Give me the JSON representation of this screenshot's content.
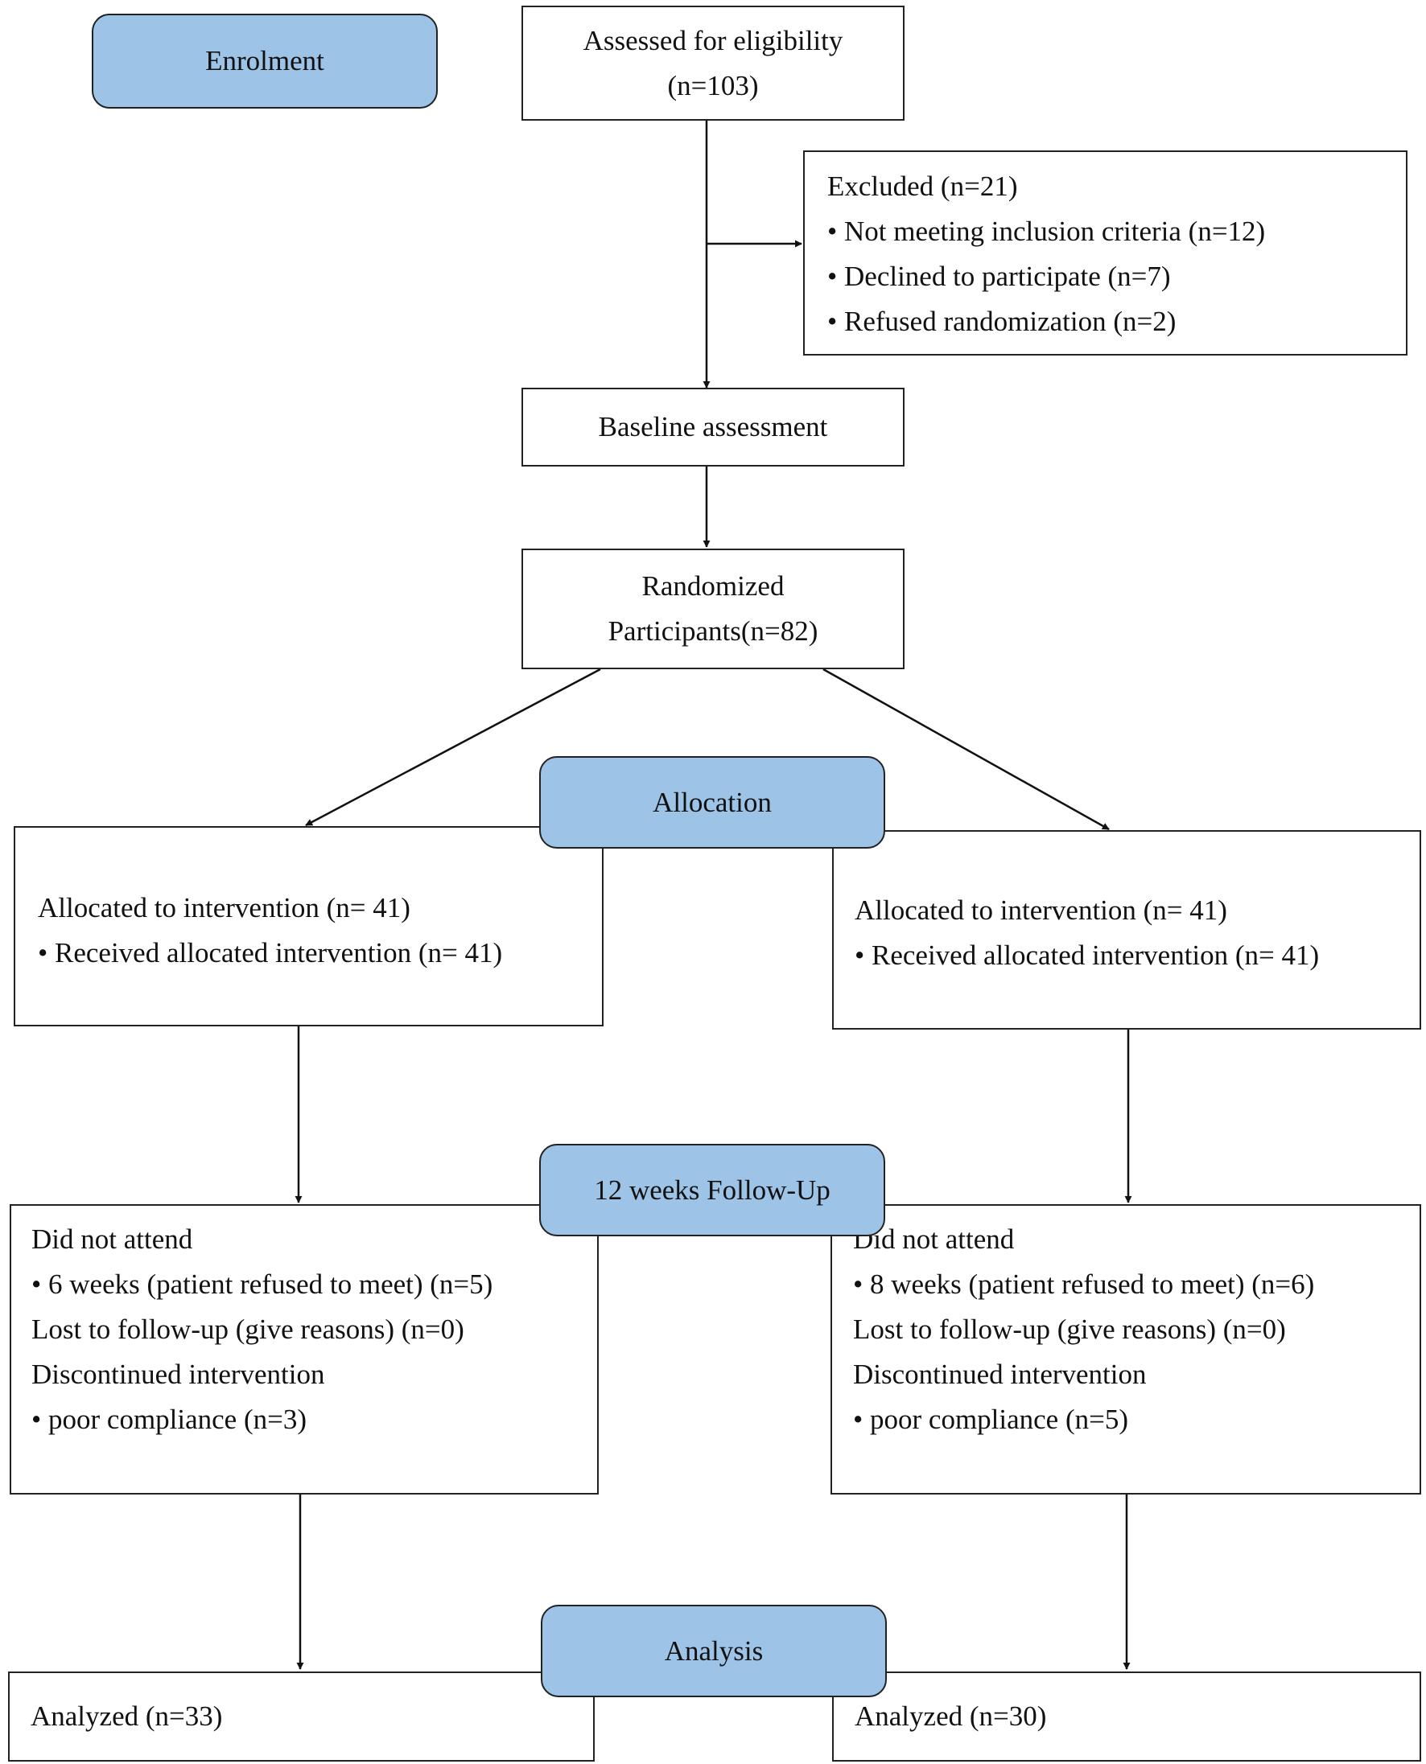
{
  "stages": {
    "enrolment": "Enrolment",
    "allocation": "Allocation",
    "follow_up": "12 weeks Follow-Up",
    "analysis": "Analysis"
  },
  "assessed": {
    "line1": "Assessed for eligibility",
    "line2": "(n=103)"
  },
  "excluded": {
    "title": "Excluded (n=21)",
    "items": [
      "• Not meeting inclusion criteria (n=12)",
      "• Declined to participate (n=7)",
      "• Refused randomization (n=2)"
    ]
  },
  "baseline": "Baseline assessment",
  "randomized": {
    "line1": "Randomized",
    "line2": "Participants(n=82)"
  },
  "allocation_left": {
    "line1": "Allocated to intervention (n= 41)",
    "line2": "• Received allocated intervention (n= 41)"
  },
  "allocation_right": {
    "line1": "Allocated to intervention (n= 41)",
    "line2": "• Received allocated intervention (n= 41)"
  },
  "followup_left": [
    "Did not attend",
    "• 6 weeks (patient refused to meet) (n=5)",
    "Lost to follow-up (give reasons) (n=0)",
    "Discontinued intervention",
    "• poor compliance (n=3)"
  ],
  "followup_right": [
    "Did not attend",
    "• 8 weeks (patient refused to meet) (n=6)",
    "Lost to follow-up (give reasons) (n=0)",
    "Discontinued intervention",
    "• poor compliance (n=5)"
  ],
  "analysis_left": "Analyzed (n=33)",
  "analysis_right": "Analyzed (n=30)",
  "colors": {
    "stage_fill": "#9dc3e6",
    "border": "#222222"
  }
}
